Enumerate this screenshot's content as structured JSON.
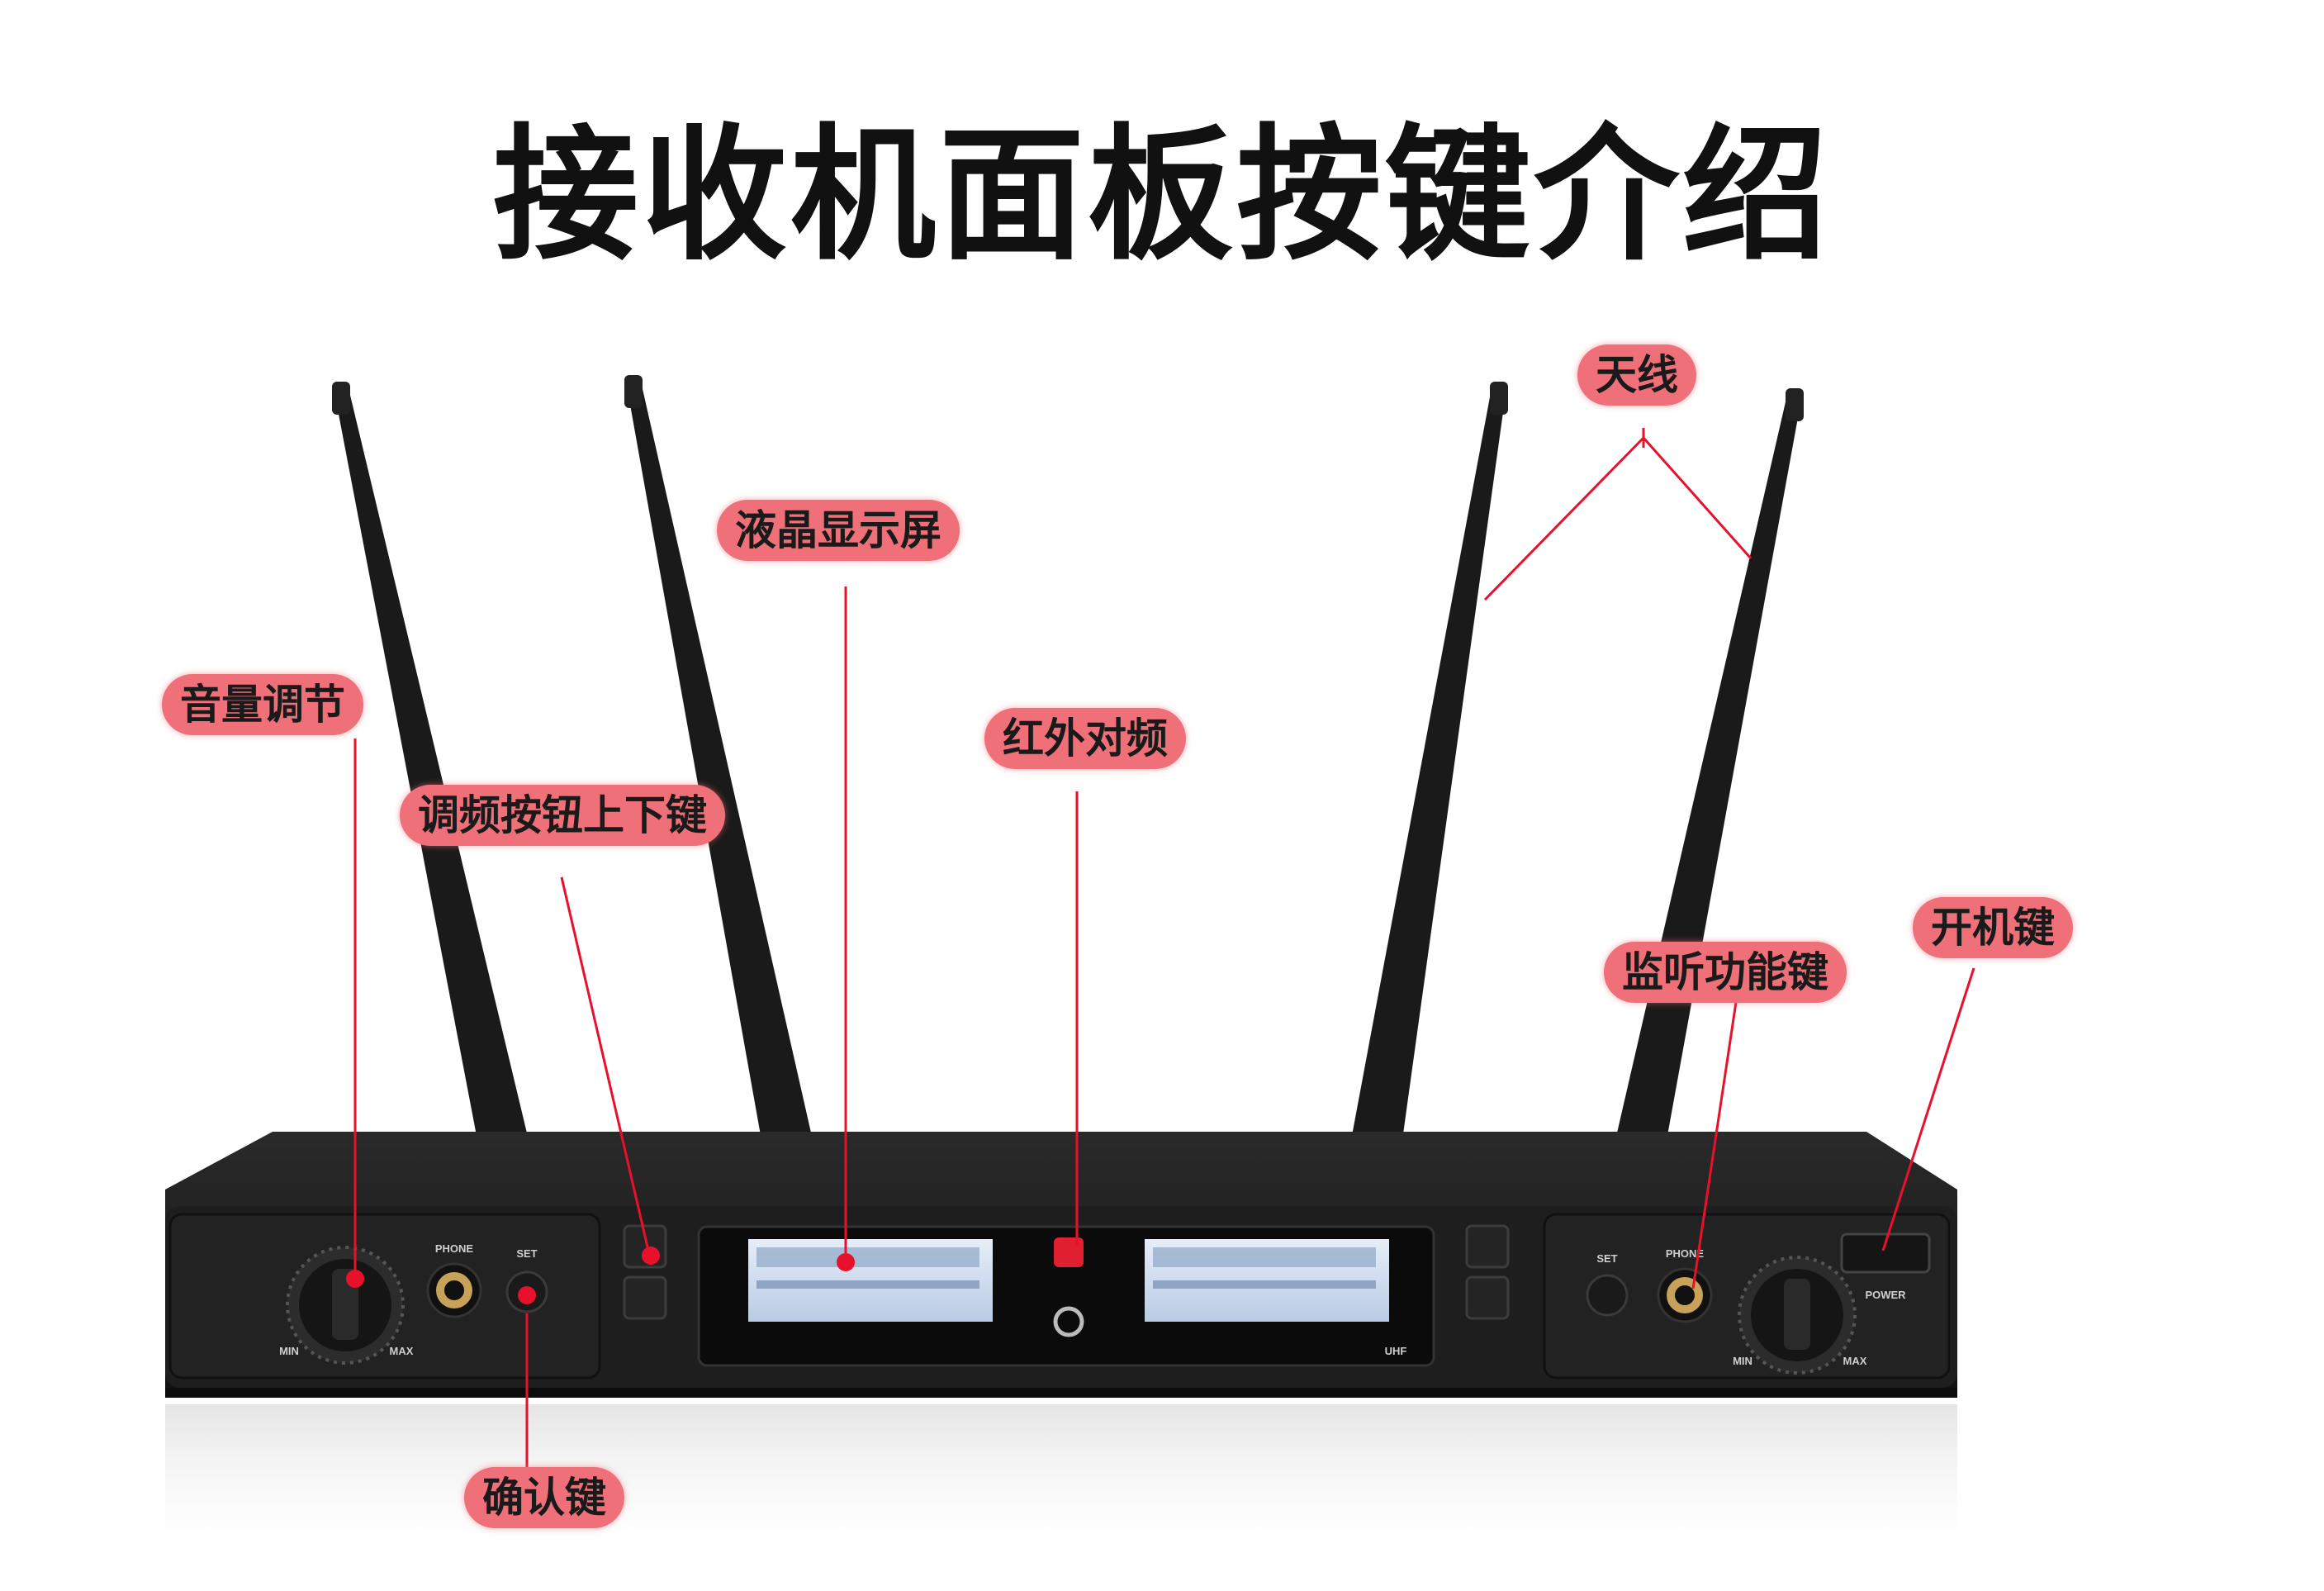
{
  "title": "接收机面板按键介绍",
  "labels": {
    "antenna": "天线",
    "lcd": "液晶显示屏",
    "volume": "音量调节",
    "ir_sync": "红外对频",
    "freq_keys": "调频按钮上下键",
    "monitor": "监听功能键",
    "power_key": "开机键",
    "confirm": "确认键"
  },
  "panel_text": {
    "phone_left": "PHONE",
    "set_left": "SET",
    "min_left": "MIN",
    "max_left": "MAX",
    "set_right": "SET",
    "phone_right": "PHONE",
    "min_right": "MIN",
    "max_right": "MAX",
    "power": "POWER",
    "uhf": "UHF"
  },
  "colors": {
    "label_bg": "#f0707a",
    "leader": "#e8102a",
    "device": "#1c1c1c"
  }
}
